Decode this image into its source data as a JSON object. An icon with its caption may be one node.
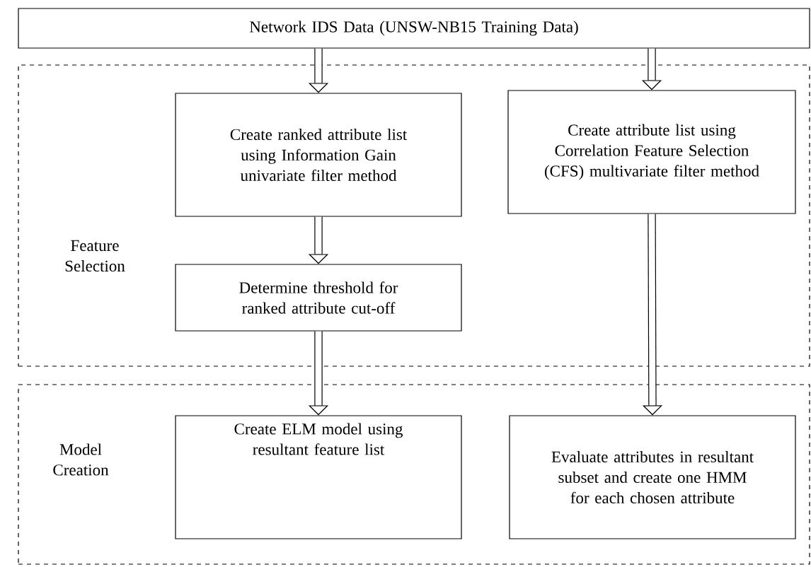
{
  "diagram": {
    "nodes": [
      {
        "text": [
          "Network IDS Data (UNSW-NB15 Training Data)"
        ]
      },
      {
        "text": [
          "Feature Selection"
        ]
      },
      {
        "text": [
          "Create ranked attribute list using Information Gain univariate filter method"
        ],
        "in": 1
      },
      {
        "text": [
          "Create attribute list using Correlation Feature Selection (CFS) multivariate filter method"
        ],
        "in": 1
      },
      {
        "text": [
          "Determine threshold for ranked attribute cut-off"
        ],
        "in": 1
      },
      {
        "text": [
          "Model Creation"
        ]
      },
      {
        "text": [
          "Create ELM model using resultant feature list"
        ],
        "in": 5
      },
      {
        "text": [
          "Evaluate attributes in resultant subset and create one HMM for each chosen attribute"
        ],
        "in": 5
      }
    ],
    "edges": [
      {
        "from": 0,
        "to": 2,
        "arrow": "to"
      },
      {
        "from": 0,
        "to": 3,
        "arrow": "to"
      },
      {
        "from": 2,
        "to": 4,
        "arrow": "to"
      },
      {
        "from": 4,
        "to": 6,
        "arrow": "to"
      },
      {
        "from": 3,
        "to": 7,
        "arrow": "to"
      }
    ]
  }
}
